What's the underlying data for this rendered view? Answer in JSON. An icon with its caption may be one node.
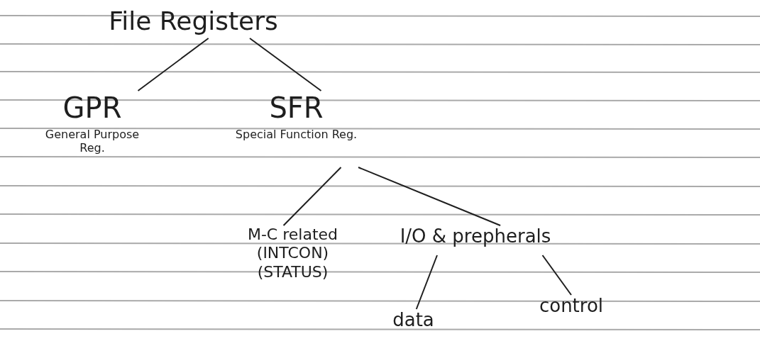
{
  "diagram": {
    "nodes": [
      {
        "text": [
          "File Registers"
        ]
      },
      {
        "text": [
          "GPR",
          "General Purpose Reg."
        ]
      },
      {
        "text": [
          "SFR",
          "Special Function Reg."
        ]
      },
      {
        "text": [
          "M-C related (INTCON) (STATUS)"
        ]
      },
      {
        "text": [
          "I/O & prepherals"
        ]
      },
      {
        "text": [
          "data"
        ]
      },
      {
        "text": [
          "control"
        ]
      }
    ],
    "edges": [
      {
        "from": 0,
        "to": 1,
        "arrow": "none"
      },
      {
        "from": 0,
        "to": 2,
        "arrow": "none"
      },
      {
        "from": 2,
        "to": 3,
        "arrow": "none"
      },
      {
        "from": 2,
        "to": 4,
        "arrow": "none"
      },
      {
        "from": 4,
        "to": 5,
        "arrow": "none"
      },
      {
        "from": 4,
        "to": 6,
        "arrow": "none"
      }
    ]
  }
}
